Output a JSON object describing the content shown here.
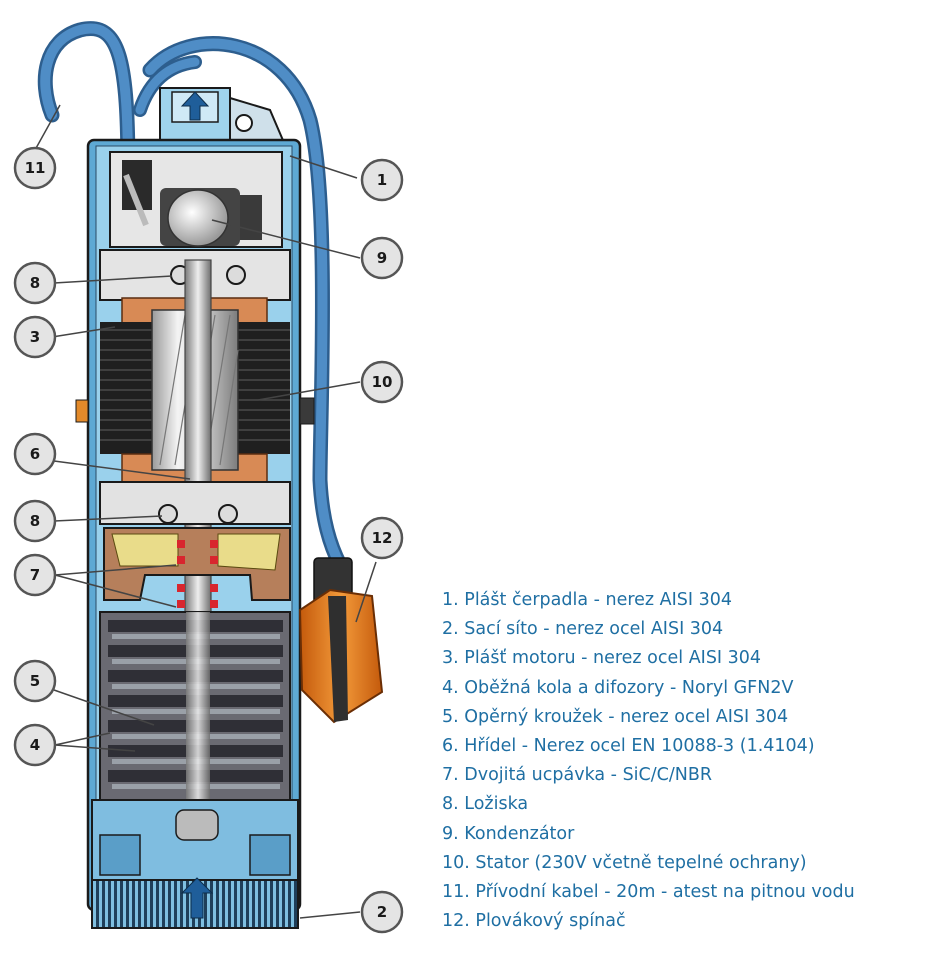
{
  "callouts": {
    "c1": "1",
    "c2": "2",
    "c3": "3",
    "c4": "4",
    "c5": "5",
    "c6": "6",
    "c7": "7",
    "c8a": "8",
    "c8b": "8",
    "c9": "9",
    "c10": "10",
    "c11": "11",
    "c12": "12"
  },
  "legend": [
    "1. Plášt čerpadla - nerez AISI 304",
    "2. Sací síto - nerez ocel AISI 304",
    "3. Plášť motoru - nerez ocel AISI 304",
    "4. Oběžná kola a difozory - Noryl GFN2V",
    "5. Opěrný kroužek - nerez ocel AISI 304",
    "6. Hřídel - Nerez ocel EN 10088-3 (1.4104)",
    "7. Dvojitá ucpávka - SiC/C/NBR",
    "8. Ložiska",
    "9. Kondenzátor",
    "10. Stator (230V včetně tepelné ochrany)",
    "11. Přívodní kabel - 20m - atest na pitnou vodu",
    "12. Plovákový spínač"
  ],
  "colors": {
    "legend_text": "#1f6fa3",
    "pump_body": "#8ecbe8",
    "pump_shell": "#5ea9d4",
    "cable": "#3f7fb8",
    "float_switch": "#e8771a",
    "callout_fill": "#e4e4e4"
  }
}
